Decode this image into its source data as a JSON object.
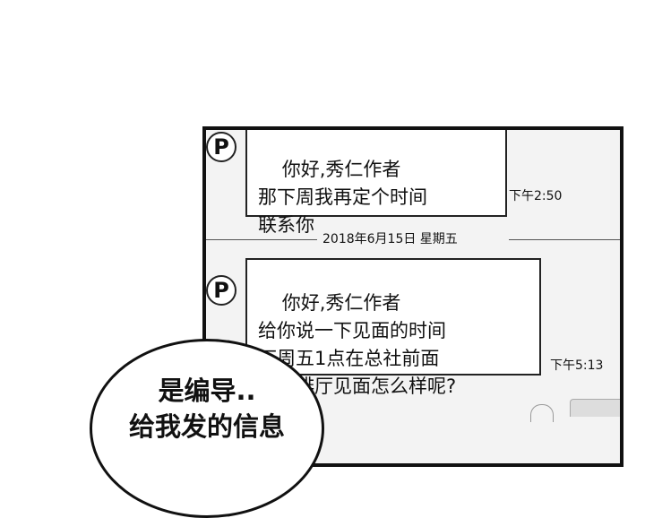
{
  "chat": {
    "messages": [
      {
        "avatar_letter": "P",
        "text": "你好,秀仁作者\n那下周我再定个时间\n联系你",
        "time": "下午2:50"
      },
      {
        "avatar_letter": "P",
        "text": "你好,秀仁作者\n给你说一下见面的时间\n下周五1点在总社前面\n的咖啡厅见面怎么样呢?",
        "time": "下午5:13"
      }
    ],
    "date_divider": "2018年6月15日 星期五"
  },
  "speech_bubble": {
    "text": "是编导..\n给我发的信息"
  }
}
